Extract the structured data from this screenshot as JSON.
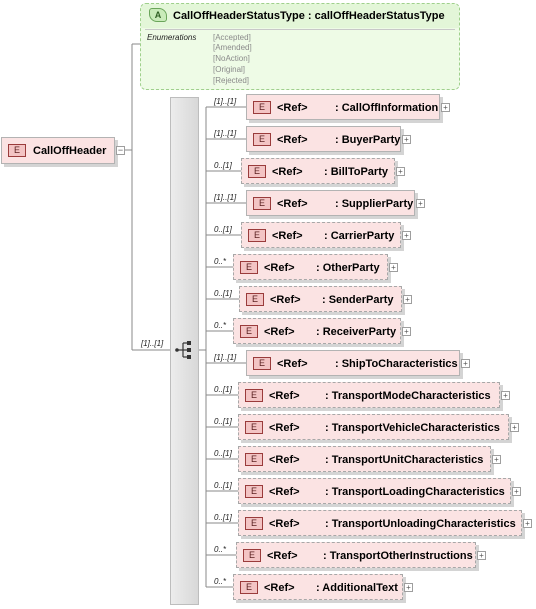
{
  "root": {
    "badge": "E",
    "name": "CallOffHeader"
  },
  "attribute": {
    "badge": "A",
    "title": "CallOffHeaderStatusType : callOffHeaderStatusType",
    "enumerations_label": "Enumerations",
    "values": [
      "[Accepted]",
      "[Amended]",
      "[NoAction]",
      "[Original]",
      "[Rejected]"
    ]
  },
  "sequence": {
    "cardinality": "[1]..[1]"
  },
  "elements": [
    {
      "card": "[1]..[1]",
      "badge": "E",
      "ref": "<Ref>",
      "name": ": CallOffInformation",
      "optional": false
    },
    {
      "card": "[1]..[1]",
      "badge": "E",
      "ref": "<Ref>",
      "name": ": BuyerParty",
      "optional": false
    },
    {
      "card": "0..[1]",
      "badge": "E",
      "ref": "<Ref>",
      "name": ": BillToParty",
      "optional": true
    },
    {
      "card": "[1]..[1]",
      "badge": "E",
      "ref": "<Ref>",
      "name": ": SupplierParty",
      "optional": false
    },
    {
      "card": "0..[1]",
      "badge": "E",
      "ref": "<Ref>",
      "name": ": CarrierParty",
      "optional": true
    },
    {
      "card": "0..*",
      "badge": "E",
      "ref": "<Ref>",
      "name": ": OtherParty",
      "optional": true
    },
    {
      "card": "0..[1]",
      "badge": "E",
      "ref": "<Ref>",
      "name": ": SenderParty",
      "optional": true
    },
    {
      "card": "0..*",
      "badge": "E",
      "ref": "<Ref>",
      "name": ": ReceiverParty",
      "optional": true
    },
    {
      "card": "[1]..[1]",
      "badge": "E",
      "ref": "<Ref>",
      "name": ": ShipToCharacteristics",
      "optional": false
    },
    {
      "card": "0..[1]",
      "badge": "E",
      "ref": "<Ref>",
      "name": ": TransportModeCharacteristics",
      "optional": true
    },
    {
      "card": "0..[1]",
      "badge": "E",
      "ref": "<Ref>",
      "name": ": TransportVehicleCharacteristics",
      "optional": true
    },
    {
      "card": "0..[1]",
      "badge": "E",
      "ref": "<Ref>",
      "name": ": TransportUnitCharacteristics",
      "optional": true
    },
    {
      "card": "0..[1]",
      "badge": "E",
      "ref": "<Ref>",
      "name": ": TransportLoadingCharacteristics",
      "optional": true
    },
    {
      "card": "0..[1]",
      "badge": "E",
      "ref": "<Ref>",
      "name": ": TransportUnloadingCharacteristics",
      "optional": true
    },
    {
      "card": "0..*",
      "badge": "E",
      "ref": "<Ref>",
      "name": ": TransportOtherInstructions",
      "optional": true
    },
    {
      "card": "0..*",
      "badge": "E",
      "ref": "<Ref>",
      "name": ": AdditionalText",
      "optional": true
    }
  ]
}
